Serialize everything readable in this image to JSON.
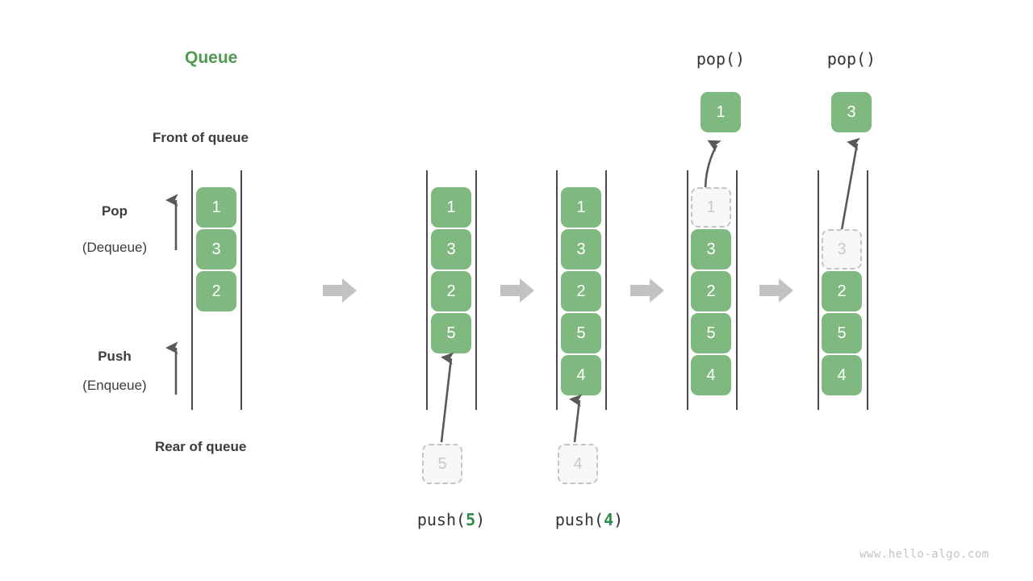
{
  "meta": {
    "title": "Queue",
    "watermark": "www.hello-algo.com"
  },
  "colors": {
    "accent_green": "#4e9a51",
    "box_green": "#7fb97f",
    "ghost_fill": "#f7f7f7",
    "ghost_border": "#c4c4c4",
    "arrow_gray": "#c2c2c2",
    "thin_arrow": "#595959",
    "text_dark": "#3c3c3c",
    "rail": "#4a4a4a",
    "watermark": "#c3c3c3"
  },
  "legend": {
    "front_label": "Front of queue",
    "rear_label": "Rear of queue",
    "pop_label": "Pop",
    "pop_sub": "(Dequeue)",
    "push_label": "Push",
    "push_sub": "(Enqueue)"
  },
  "columns": [
    {
      "id": "initial",
      "header": "",
      "caption": "",
      "items": [
        "1",
        "3",
        "2"
      ],
      "ghost_index": -1,
      "popped": "",
      "incoming": ""
    },
    {
      "id": "after-push-5",
      "header": "",
      "caption_prefix": "push(",
      "caption_arg": "5",
      "caption_suffix": ")",
      "items": [
        "1",
        "3",
        "2",
        "5"
      ],
      "ghost_index": -1,
      "popped": "",
      "incoming": "5"
    },
    {
      "id": "after-push-4",
      "header": "",
      "caption_prefix": "push(",
      "caption_arg": "4",
      "caption_suffix": ")",
      "items": [
        "1",
        "3",
        "2",
        "5",
        "4"
      ],
      "ghost_index": -1,
      "popped": "",
      "incoming": "4"
    },
    {
      "id": "pop-1",
      "header": "pop()",
      "caption": "",
      "items": [
        "1",
        "3",
        "2",
        "5",
        "4"
      ],
      "ghost_index": 0,
      "popped": "1",
      "incoming": ""
    },
    {
      "id": "pop-3",
      "header": "pop()",
      "caption": "",
      "items": [
        "",
        "3",
        "2",
        "5",
        "4"
      ],
      "ghost_index": 1,
      "popped": "3",
      "incoming": ""
    }
  ]
}
